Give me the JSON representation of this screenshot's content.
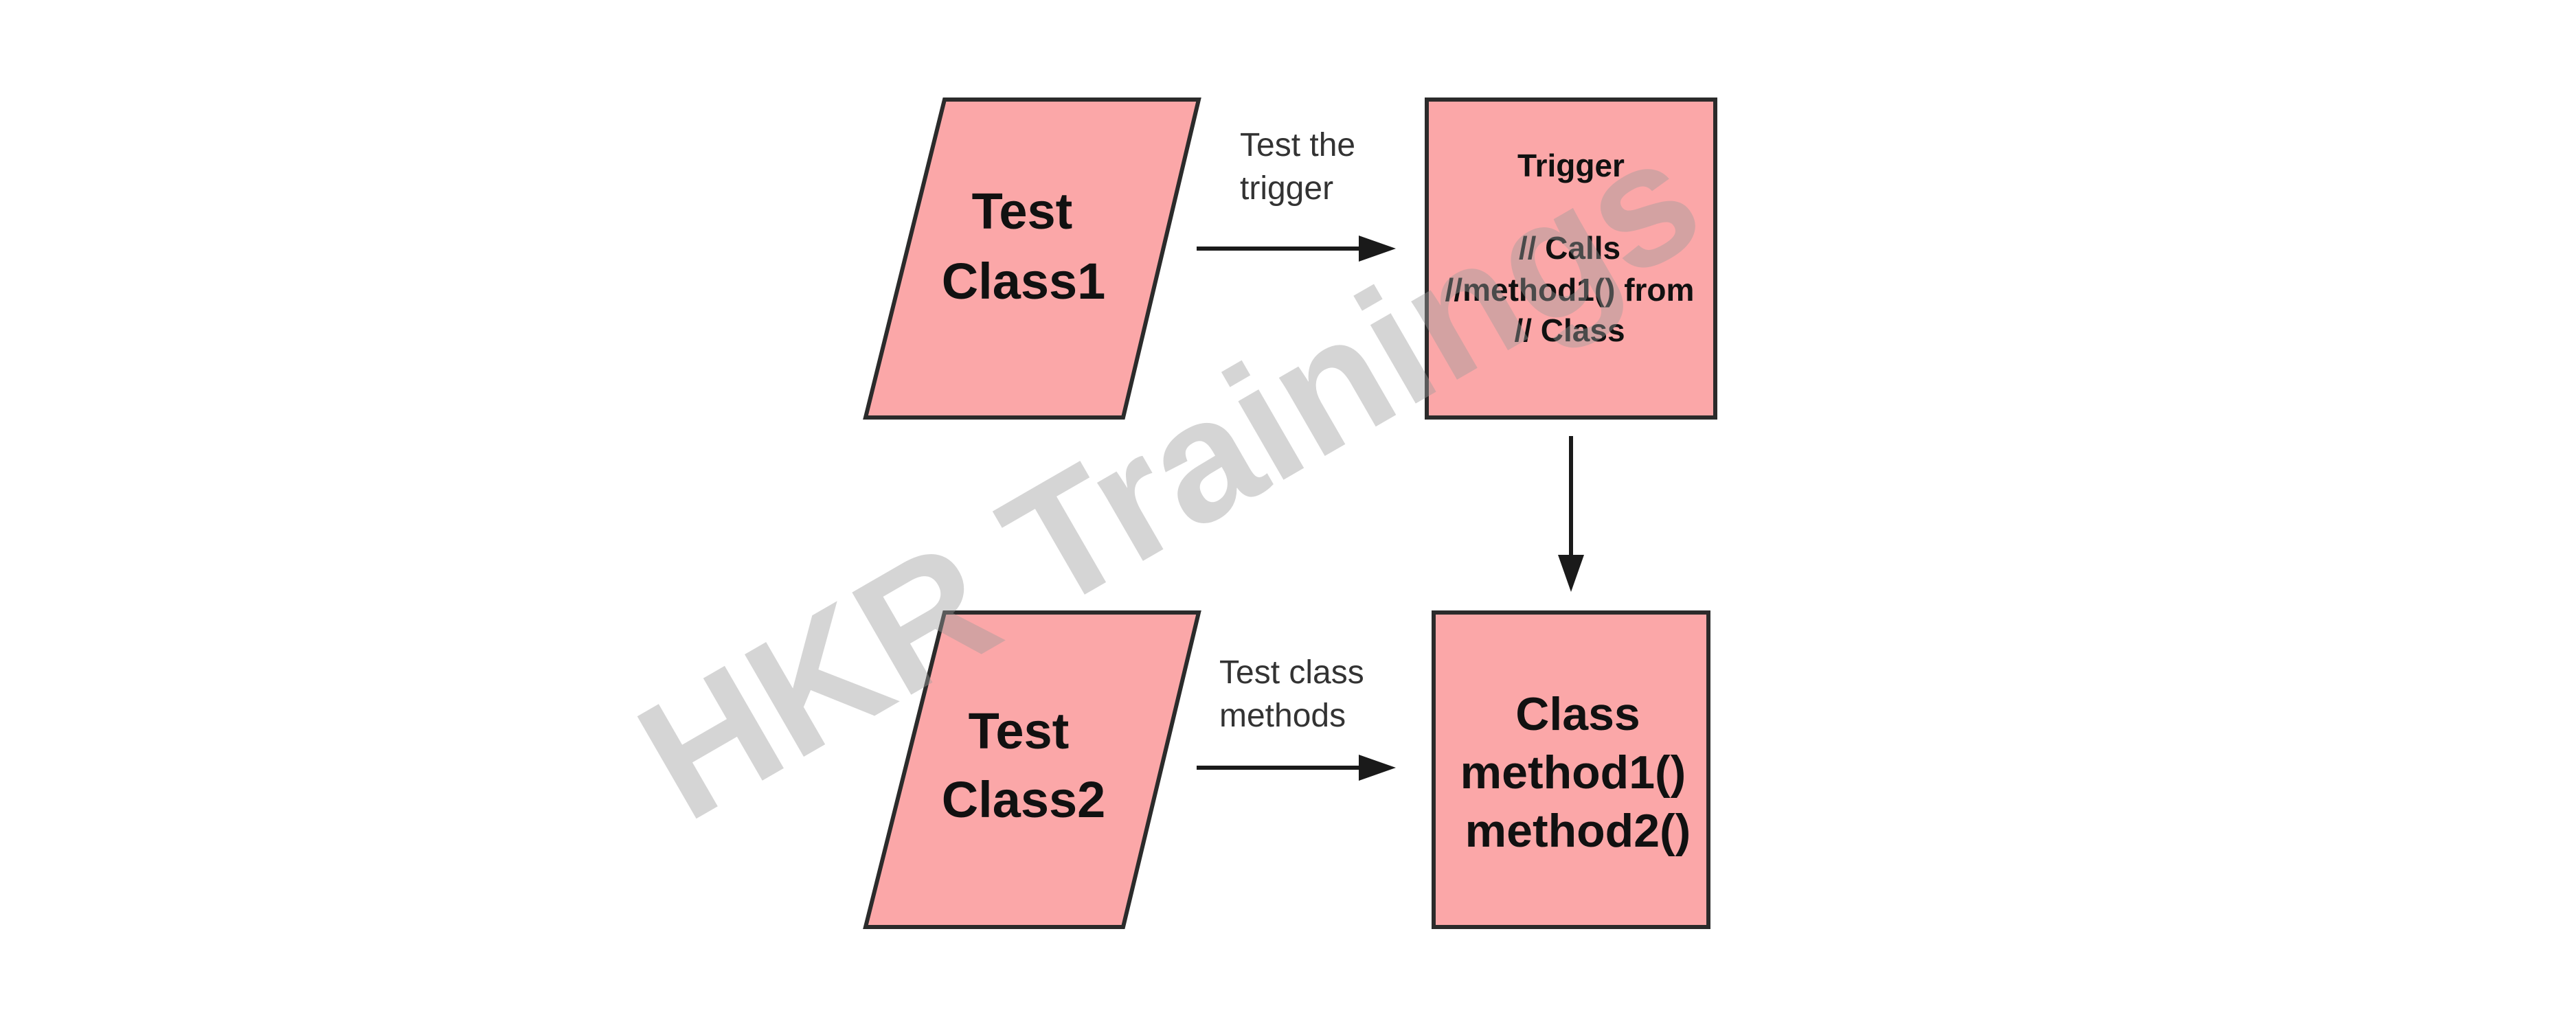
{
  "nodes": {
    "test_class1": {
      "lines": [
        "Test",
        "Class1"
      ]
    },
    "trigger": {
      "title": "Trigger",
      "lines": [
        "// Calls",
        "//method1() from",
        "// Class"
      ]
    },
    "test_class2": {
      "lines": [
        "Test",
        "Class2"
      ]
    },
    "class": {
      "lines": [
        "Class",
        "method1()",
        "method2()"
      ]
    }
  },
  "edges": {
    "test_the_trigger": {
      "lines": [
        "Test the",
        "trigger"
      ]
    },
    "test_class_methods": {
      "lines": [
        "Test class",
        "methods"
      ]
    }
  },
  "watermark": {
    "text": "HKR Trainings"
  },
  "colors": {
    "shape_fill": "#fba7a8",
    "shape_stroke": "#2b2b2b",
    "watermark": "#9a9a9a"
  }
}
